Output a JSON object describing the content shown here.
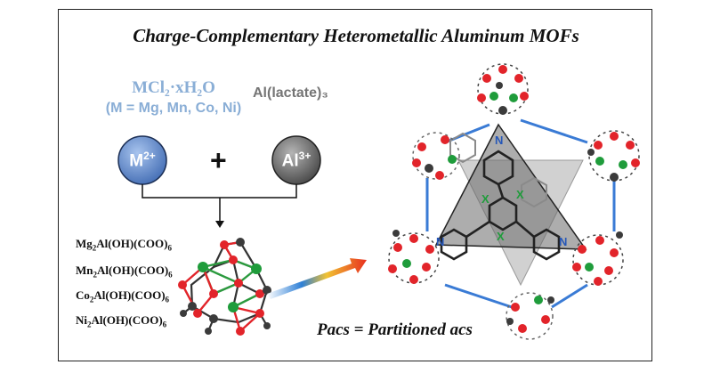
{
  "title": "Charge-Complementary Heterometallic Aluminum MOFs",
  "reagents": {
    "metal_chloride": "MCl₂·xH₂O",
    "metal_list": "(M = Mg, Mn, Co, Ni)",
    "aluminum_source": "Al(lactate)₃"
  },
  "ions": {
    "m_base": "M",
    "m_charge": "2+",
    "al_base": "Al",
    "al_charge": "3+"
  },
  "plus_sign": "+",
  "products": [
    {
      "a": "Mg",
      "a_n": "2",
      "b": "Al(OH)(COO)",
      "b_n": "6"
    },
    {
      "a": "Mn",
      "a_n": "2",
      "b": "Al(OH)(COO)",
      "b_n": "6"
    },
    {
      "a": "Co",
      "a_n": "2",
      "b": "Al(OH)(COO)",
      "b_n": "6"
    },
    {
      "a": "Ni",
      "a_n": "2",
      "b": "Al(OH)(COO)",
      "b_n": "6"
    }
  ],
  "ligand_labels": {
    "nitrogen": "N",
    "x": "X"
  },
  "caption": "Pacs = Partitioned acs",
  "colors": {
    "metal_ion": "#5f88c9",
    "aluminum_ion": "#6e6e6e",
    "oxygen": "#e2242a",
    "carbon": "#3b3b3b",
    "metal_node": "#1f9c3b",
    "linker_bond": "#3a7bd5",
    "light_blue_text": "#8aaed6"
  }
}
